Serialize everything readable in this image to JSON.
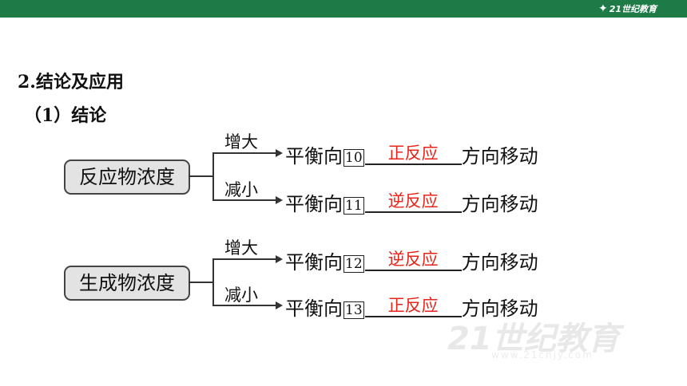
{
  "header": {
    "logo_text": "21世纪教育"
  },
  "section": {
    "title": "2.结论及应用",
    "subtitle": "（1）结论"
  },
  "groups": [
    {
      "box": "反应物浓度",
      "branches": [
        {
          "condition": "增大",
          "prefix": "平衡向",
          "number": "10",
          "answer": "正反应",
          "suffix": "方向移动"
        },
        {
          "condition": "减小",
          "prefix": "平衡向",
          "number": "11",
          "answer": "逆反应",
          "suffix": "方向移动"
        }
      ]
    },
    {
      "box": "生成物浓度",
      "branches": [
        {
          "condition": "增大",
          "prefix": "平衡向",
          "number": "12",
          "answer": "逆反应",
          "suffix": "方向移动"
        },
        {
          "condition": "减小",
          "prefix": "平衡向",
          "number": "13",
          "answer": "正反应",
          "suffix": "方向移动"
        }
      ]
    }
  ],
  "watermark": {
    "logo": "21世纪教育",
    "url": "www.21cnjy.com"
  },
  "colors": {
    "header_bar": "#1e7a47",
    "answer": "#e8241a"
  }
}
